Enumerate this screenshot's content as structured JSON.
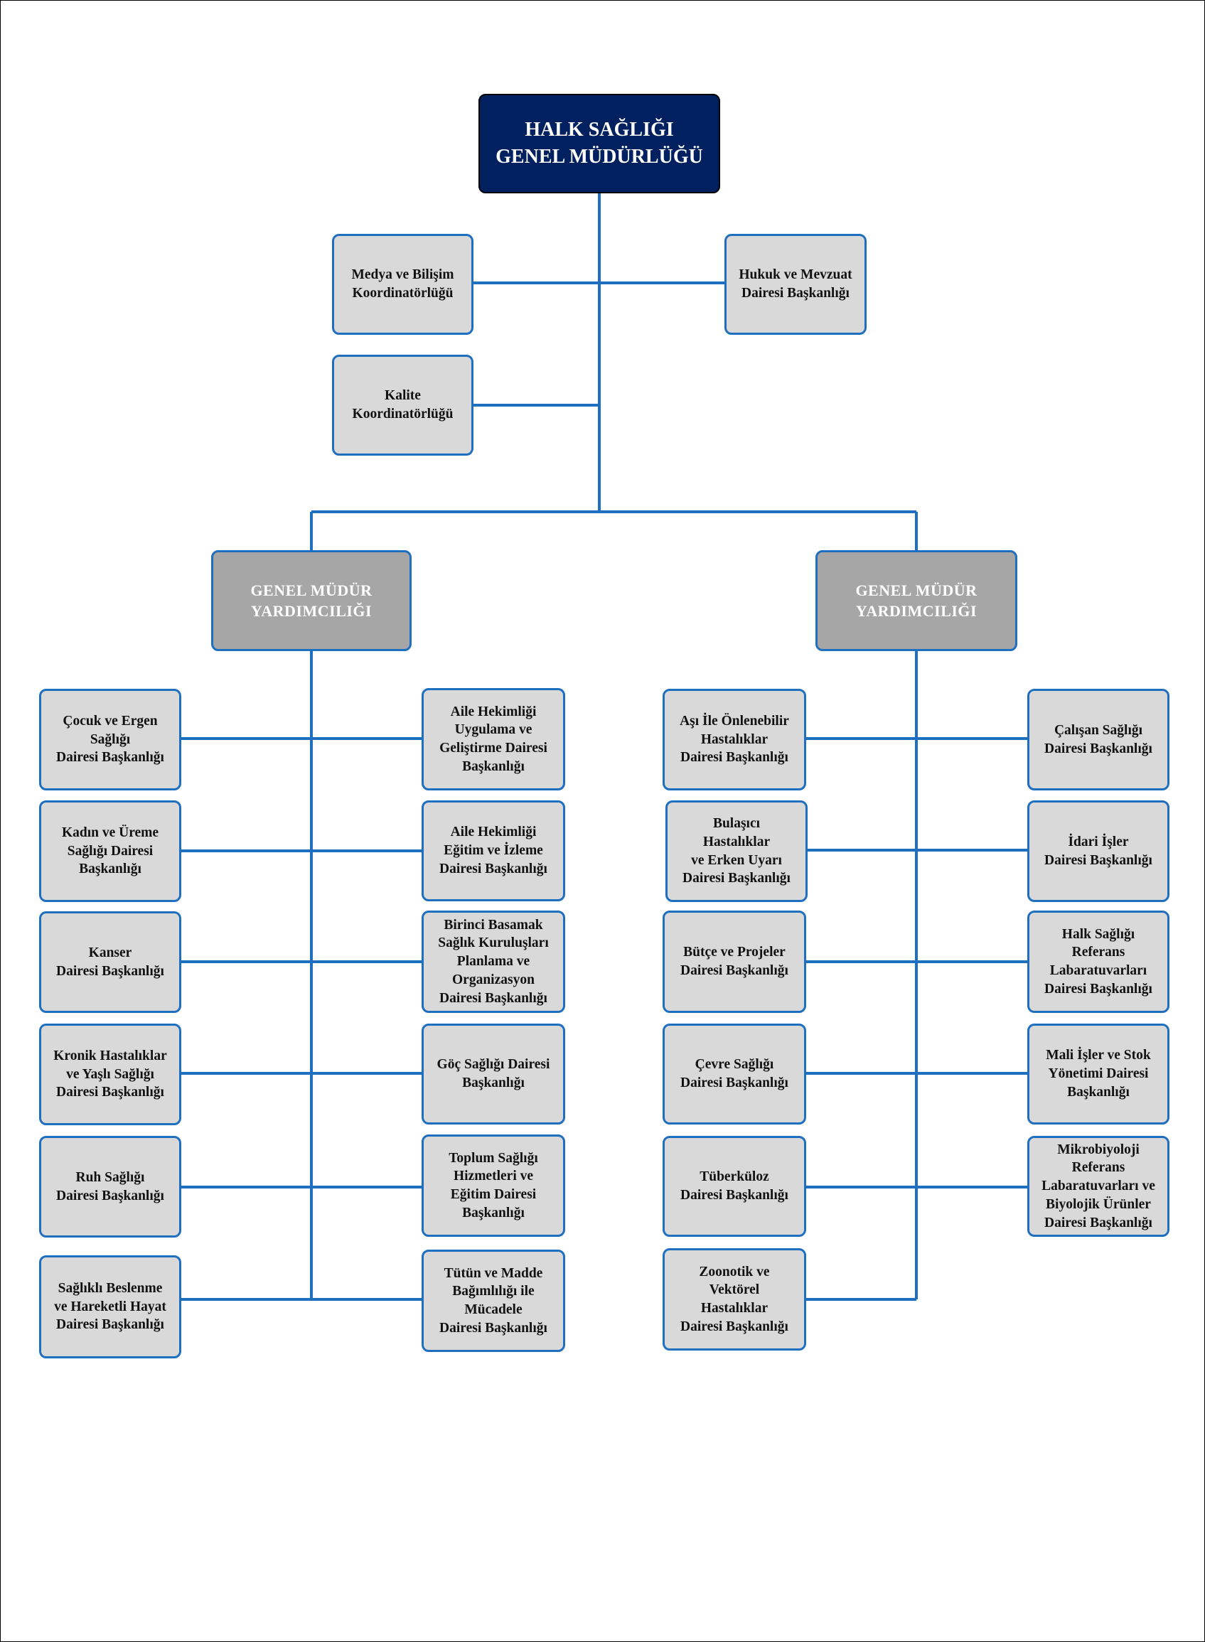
{
  "colors": {
    "top_fill": "#002060",
    "unit_fill": "#d9d9d9",
    "deputy_fill": "#a6a6a6",
    "border_blue": "#1f6fc0"
  },
  "top": {
    "label": "HALK SAĞLIĞI\nGENEL MÜDÜRLÜĞÜ"
  },
  "advisory": {
    "media": "Medya ve Bilişim\nKoordinatörlüğü",
    "law": "Hukuk ve Mevzuat\nDairesi Başkanlığı",
    "quality": "Kalite\nKoordinatörlüğü"
  },
  "deputies": [
    {
      "label": "GENEL MÜDÜR\nYARDIMCILIĞI"
    },
    {
      "label": "GENEL MÜDÜR\nYARDIMCILIĞI"
    }
  ],
  "left_branch": {
    "outer": [
      "Çocuk ve Ergen\nSağlığı\nDairesi Başkanlığı",
      "Kadın ve Üreme\nSağlığı Dairesi\nBaşkanlığı",
      "Kanser\nDairesi Başkanlığı",
      "Kronik Hastalıklar\nve Yaşlı Sağlığı\nDairesi Başkanlığı",
      "Ruh Sağlığı\nDairesi Başkanlığı",
      "Sağlıklı Beslenme\nve Hareketli Hayat\nDairesi Başkanlığı"
    ],
    "inner": [
      "Aile Hekimliği\nUygulama ve\nGeliştirme Dairesi\nBaşkanlığı",
      "Aile Hekimliği\nEğitim ve İzleme\nDairesi Başkanlığı",
      "Birinci Basamak\nSağlık Kuruluşları\nPlanlama ve\nOrganizasyon\nDairesi Başkanlığı",
      "Göç Sağlığı Dairesi\nBaşkanlığı",
      "Toplum Sağlığı\nHizmetleri ve\nEğitim  Dairesi\nBaşkanlığı",
      "Tütün ve Madde\nBağımlılığı ile\nMücadele\nDairesi Başkanlığı"
    ]
  },
  "right_branch": {
    "inner": [
      "Aşı İle Önlenebilir\nHastalıklar\nDairesi Başkanlığı",
      "Bulaşıcı\nHastalıklar\nve Erken Uyarı\nDairesi Başkanlığı",
      "Bütçe ve Projeler\nDairesi Başkanlığı",
      "Çevre Sağlığı\nDairesi Başkanlığı",
      "Tüberküloz\nDairesi Başkanlığı",
      "Zoonotik ve\nVektörel\nHastalıklar\nDairesi Başkanlığı"
    ],
    "outer": [
      "Çalışan Sağlığı\nDairesi Başkanlığı",
      "İdari İşler\nDairesi Başkanlığı",
      "Halk Sağlığı\nReferans\nLabaratuvarları\nDairesi Başkanlığı",
      "Mali İşler ve Stok\nYönetimi Dairesi\nBaşkanlığı",
      "Mikrobiyoloji\nReferans\nLabaratuvarları ve\nBiyolojik Ürünler\nDairesi Başkanlığı"
    ]
  }
}
